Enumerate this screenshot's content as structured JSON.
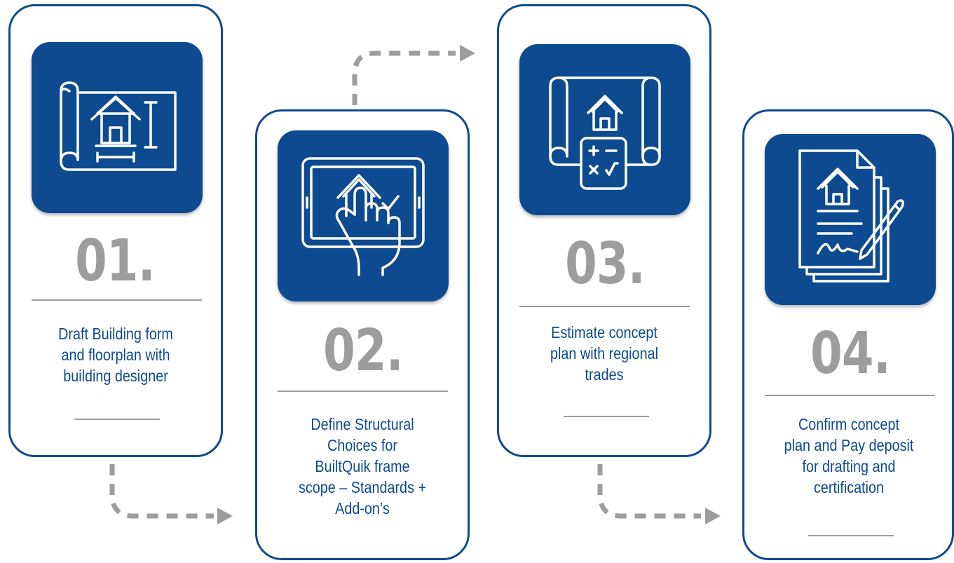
{
  "colors": {
    "brand_blue": "#0d4a8f",
    "gray": "#9d9d9d",
    "background": "#ffffff"
  },
  "steps": [
    {
      "number": "01.",
      "label": "Draft Building form\nand floorplan with\nbuilding designer",
      "icon": "blueprint-house-icon"
    },
    {
      "number": "02.",
      "label": "Define Structural\nChoices for\nBuiltQuik frame\nscope – Standards +\nAdd-on’s",
      "icon": "tablet-touch-house-icon"
    },
    {
      "number": "03.",
      "label": "Estimate concept\nplan with regional\ntrades",
      "icon": "blueprint-calculator-icon"
    },
    {
      "number": "04.",
      "label": "Confirm concept\nplan and Pay deposit\nfor drafting and\ncertification",
      "icon": "contract-signature-icon"
    }
  ]
}
